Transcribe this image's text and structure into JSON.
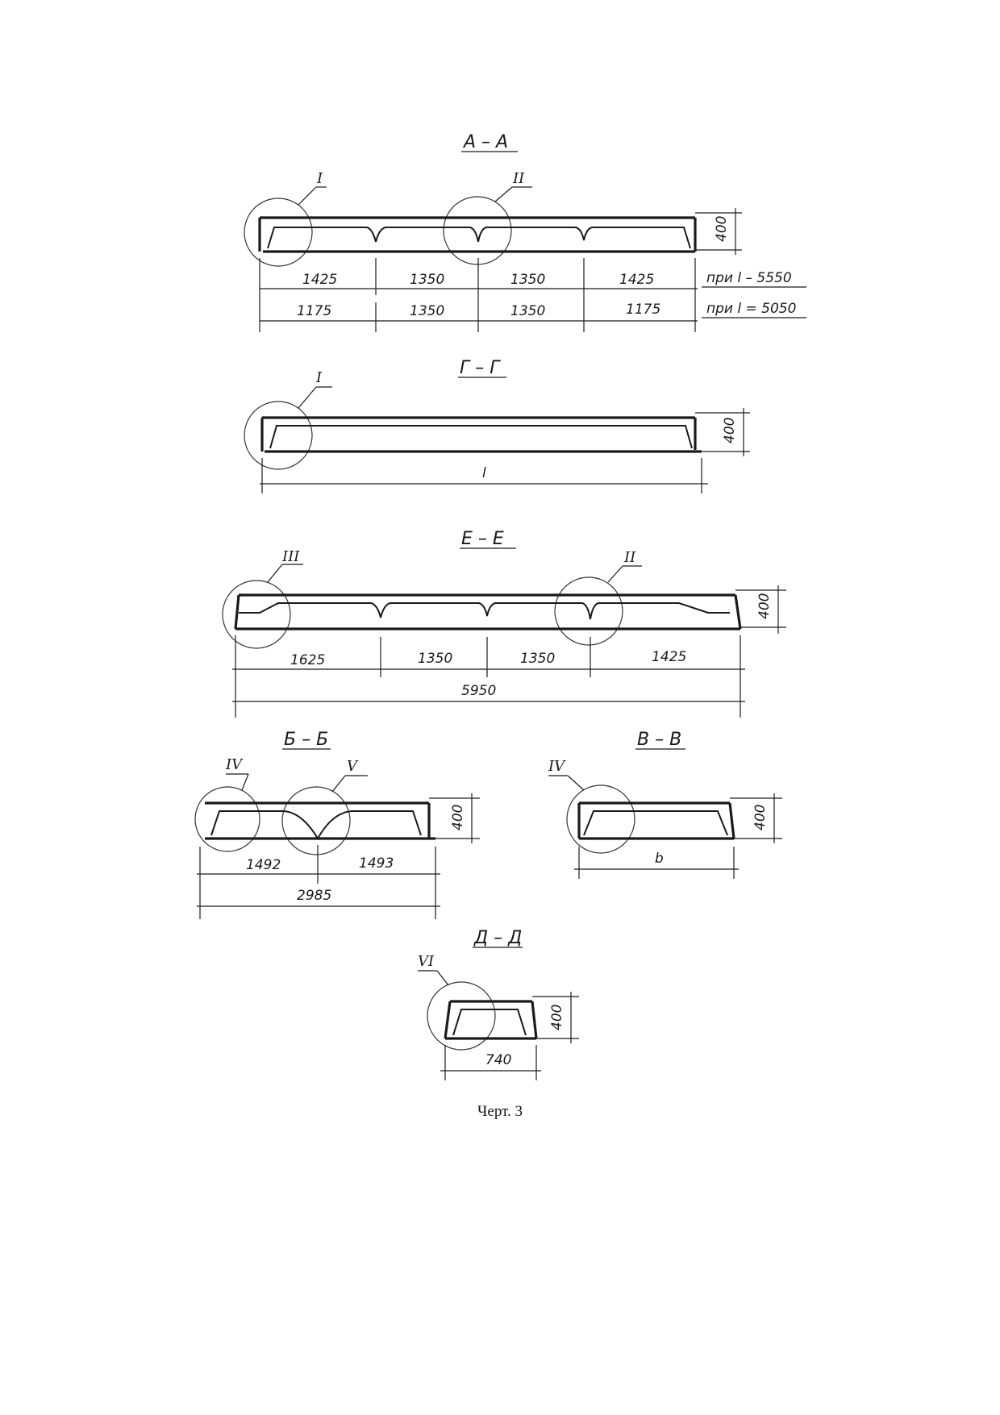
{
  "sections": {
    "aa": {
      "title": "А – А",
      "callouts": [
        "I",
        "II"
      ],
      "dims_row1": [
        "1425",
        "1350",
        "1350",
        "1425"
      ],
      "dims_row2": [
        "1175",
        "1350",
        "1350",
        "1175"
      ],
      "note1": "при l – 5550",
      "note2": "при l = 5050",
      "height": "400"
    },
    "gg": {
      "title": "Г – Г",
      "callouts": [
        "I"
      ],
      "span": "l",
      "height": "400"
    },
    "ee": {
      "title": "Е – Е",
      "callouts": [
        "III",
        "II"
      ],
      "dims": [
        "1625",
        "1350",
        "1350",
        "1425"
      ],
      "total": "5950",
      "height": "400"
    },
    "bb": {
      "title": "Б – Б",
      "callouts": [
        "IV",
        "V"
      ],
      "dims": [
        "1492",
        "1493"
      ],
      "total": "2985",
      "height": "400"
    },
    "vv": {
      "title": "В – В",
      "callouts": [
        "IV"
      ],
      "width": "b",
      "height": "400"
    },
    "dd": {
      "title": "Д – Д",
      "callouts": [
        "VI"
      ],
      "width": "740",
      "height": "400"
    }
  },
  "caption": "Черт. 3"
}
